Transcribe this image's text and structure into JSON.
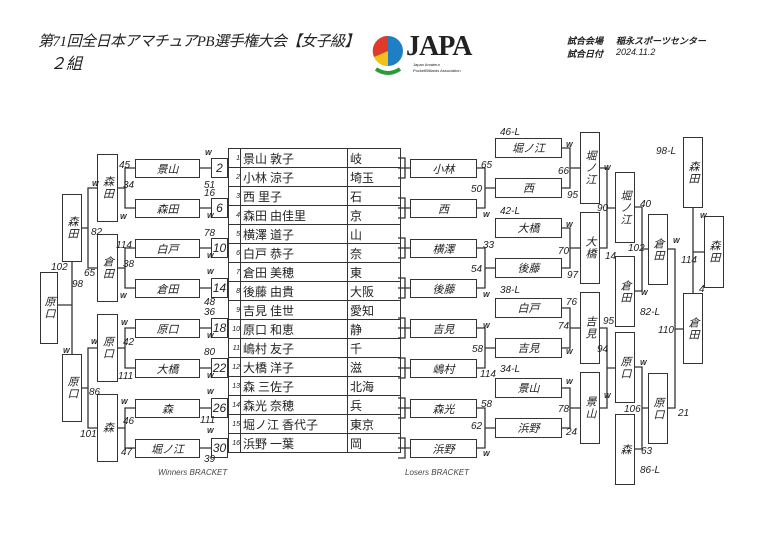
{
  "header": {
    "title": "第71回全日本アマチュアPB選手権大会【女子級】",
    "group": "２組",
    "venue_label": "試合会場",
    "venue": "稲永スポーツセンター",
    "date_label": "試合日付",
    "date": "2024.11.2"
  },
  "logo": {
    "text": "JAPA",
    "sub1": "Japan Amateur",
    "sub2": "PocketBilliards Association"
  },
  "players": [
    {
      "no": "1",
      "name": "景山 敦子",
      "pref": "岐"
    },
    {
      "no": "2",
      "name": "小林 涼子",
      "pref": "埼玉"
    },
    {
      "no": "3",
      "name": "西 里子",
      "pref": "石"
    },
    {
      "no": "4",
      "name": "森田 由佳里",
      "pref": "京"
    },
    {
      "no": "5",
      "name": "横澤 道子",
      "pref": "山"
    },
    {
      "no": "6",
      "name": "白戸 恭子",
      "pref": "奈"
    },
    {
      "no": "7",
      "name": "倉田 美穂",
      "pref": "東"
    },
    {
      "no": "8",
      "name": "後藤 由貴",
      "pref": "大阪"
    },
    {
      "no": "9",
      "name": "吉見 佳世",
      "pref": "愛知"
    },
    {
      "no": "10",
      "name": "原口 和恵",
      "pref": "静"
    },
    {
      "no": "11",
      "name": "嶋村 友子",
      "pref": "千"
    },
    {
      "no": "12",
      "name": "大橋 洋子",
      "pref": "滋"
    },
    {
      "no": "13",
      "name": "森 三佐子",
      "pref": "北海"
    },
    {
      "no": "14",
      "name": "森光 奈穂",
      "pref": "兵"
    },
    {
      "no": "15",
      "name": "堀ノ江 香代子",
      "pref": "東京"
    },
    {
      "no": "16",
      "name": "浜野 一葉",
      "pref": "岡"
    }
  ],
  "matches": [
    "2",
    "6",
    "10",
    "14",
    "18",
    "22",
    "26",
    "30"
  ],
  "winners": {
    "label": "Winners BRACKET",
    "r1": [
      "景山",
      "森田",
      "白戸",
      "倉田",
      "原口",
      "大橋",
      "森",
      "堀ノ江"
    ],
    "r2": [
      "森田",
      "倉田",
      "原口",
      "森"
    ],
    "r3": [
      "森田",
      "原口"
    ],
    "final": "原口"
  },
  "losers": {
    "label": "Losers BRACKET",
    "r1": [
      "小林",
      "西",
      "横澤",
      "後藤",
      "吉見",
      "嶋村",
      "森光",
      "浜野"
    ],
    "r2": [
      "堀ノ江",
      "西",
      "大橋",
      "後藤",
      "白戸",
      "吉見",
      "景山",
      "浜野"
    ],
    "r3": [
      "堀ノ江",
      "大橋",
      "吉見",
      "景山"
    ],
    "r4": [
      "堀ノ江",
      "倉田",
      "原口",
      "森"
    ],
    "r5": [
      "倉田",
      "原口"
    ],
    "final_top": "森田",
    "final_bottom": "倉田",
    "champion": "森田"
  },
  "drops": [
    "46-L",
    "42-L",
    "38-L",
    "34-L",
    "98-L",
    "82-L",
    "86-L"
  ],
  "scores": [
    "W",
    "51",
    "16",
    "W",
    "78",
    "W",
    "W",
    "48",
    "36",
    "W",
    "80",
    "W",
    "W",
    "111",
    "W",
    "39",
    "45",
    "34",
    "W",
    "114",
    "38",
    "W",
    "W",
    "42",
    "111",
    "W",
    "46",
    "47",
    "W",
    "82",
    "65",
    "W",
    "86",
    "101",
    "102",
    "98",
    "W",
    "65",
    "50",
    "W",
    "33",
    "54",
    "W",
    "W",
    "58",
    "114",
    "58",
    "62",
    "W",
    "W",
    "66",
    "95",
    "W",
    "70",
    "97",
    "76",
    "74",
    "W",
    "W",
    "78",
    "24",
    "W",
    "90",
    "14",
    "95",
    "94",
    "W",
    "40",
    "102",
    "W",
    "W",
    "106",
    "63",
    "W",
    "110",
    "21",
    "W",
    "114",
    "4"
  ]
}
